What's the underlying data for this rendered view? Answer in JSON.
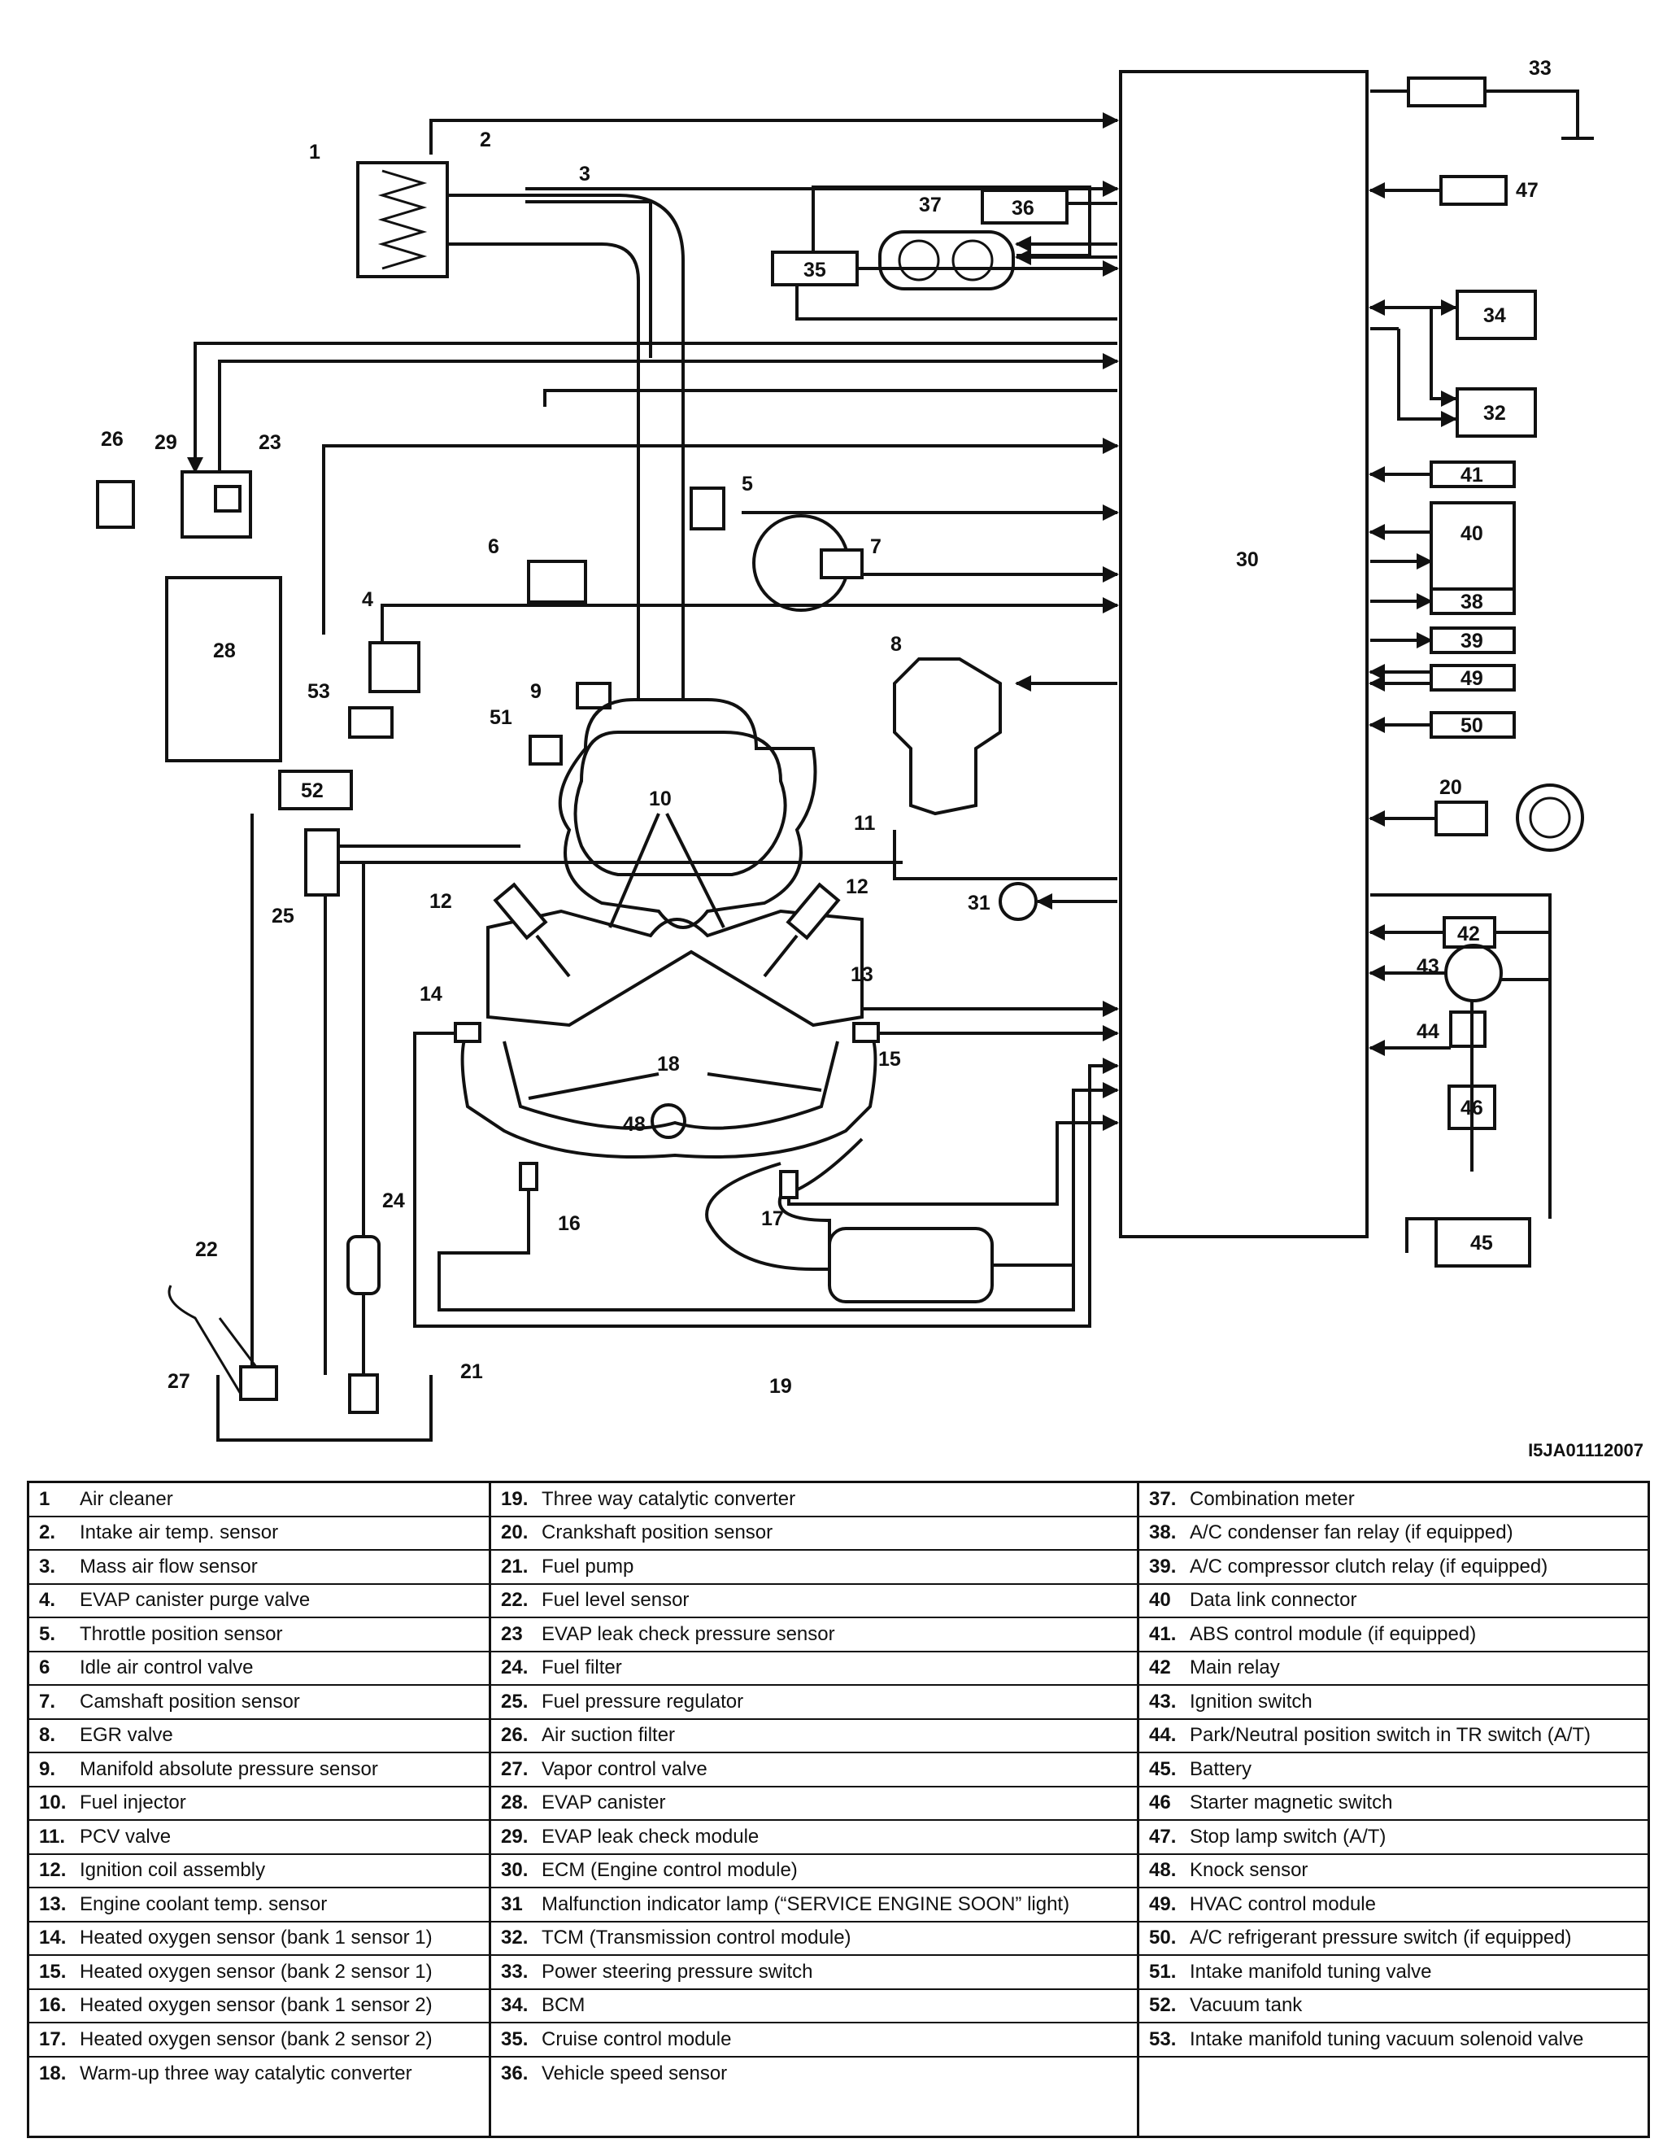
{
  "figure_code": "I5JA01112007",
  "callouts": [
    "1",
    "2",
    "3",
    "4",
    "5",
    "6",
    "7",
    "8",
    "9",
    "10",
    "11",
    "12",
    "13",
    "14",
    "15",
    "16",
    "17",
    "18",
    "19",
    "20",
    "21",
    "22",
    "23",
    "24",
    "25",
    "26",
    "27",
    "28",
    "29",
    "30",
    "31",
    "32",
    "33",
    "34",
    "35",
    "36",
    "37",
    "38",
    "39",
    "40",
    "41",
    "42",
    "43",
    "44",
    "45",
    "46",
    "47",
    "48",
    "49",
    "50",
    "51",
    "52",
    "53"
  ],
  "legend": {
    "columns": [
      [
        {
          "num": "1",
          "label": "Air cleaner"
        },
        {
          "num": "2.",
          "label": "Intake air temp. sensor"
        },
        {
          "num": "3.",
          "label": "Mass air flow sensor"
        },
        {
          "num": "4.",
          "label": "EVAP canister purge valve"
        },
        {
          "num": "5.",
          "label": "Throttle position sensor"
        },
        {
          "num": "6",
          "label": "Idle air control valve"
        },
        {
          "num": "7.",
          "label": "Camshaft position sensor"
        },
        {
          "num": "8.",
          "label": "EGR valve"
        },
        {
          "num": "9.",
          "label": "Manifold absolute pressure sensor"
        },
        {
          "num": "10.",
          "label": "Fuel injector"
        },
        {
          "num": "11.",
          "label": "PCV valve"
        },
        {
          "num": "12.",
          "label": "Ignition coil assembly"
        },
        {
          "num": "13.",
          "label": "Engine coolant temp. sensor"
        },
        {
          "num": "14.",
          "label": "Heated oxygen sensor (bank 1 sensor 1)"
        },
        {
          "num": "15.",
          "label": "Heated oxygen sensor (bank 2 sensor 1)"
        },
        {
          "num": "16.",
          "label": "Heated oxygen sensor (bank 1 sensor 2)"
        },
        {
          "num": "17.",
          "label": "Heated oxygen sensor (bank 2 sensor 2)"
        },
        {
          "num": "18.",
          "label": "Warm-up three way catalytic converter"
        }
      ],
      [
        {
          "num": "19.",
          "label": "Three way catalytic converter"
        },
        {
          "num": "20.",
          "label": "Crankshaft position sensor"
        },
        {
          "num": "21.",
          "label": "Fuel pump"
        },
        {
          "num": "22.",
          "label": "Fuel level sensor"
        },
        {
          "num": "23",
          "label": "EVAP leak check pressure sensor"
        },
        {
          "num": "24.",
          "label": "Fuel filter"
        },
        {
          "num": "25.",
          "label": "Fuel pressure regulator"
        },
        {
          "num": "26.",
          "label": "Air suction filter"
        },
        {
          "num": "27.",
          "label": "Vapor control valve"
        },
        {
          "num": "28.",
          "label": "EVAP canister"
        },
        {
          "num": "29.",
          "label": "EVAP leak check module"
        },
        {
          "num": "30.",
          "label": "ECM (Engine control module)"
        },
        {
          "num": "31",
          "label": "Malfunction indicator lamp (“SERVICE ENGINE SOON” light)"
        },
        {
          "num": "32.",
          "label": "TCM (Transmission control module)"
        },
        {
          "num": "33.",
          "label": "Power steering pressure switch"
        },
        {
          "num": "34.",
          "label": "BCM"
        },
        {
          "num": "35.",
          "label": "Cruise control module"
        },
        {
          "num": "36.",
          "label": "Vehicle speed sensor"
        }
      ],
      [
        {
          "num": "37.",
          "label": "Combination meter"
        },
        {
          "num": "38.",
          "label": "A/C condenser fan relay (if equipped)"
        },
        {
          "num": "39.",
          "label": "A/C compressor clutch relay (if equipped)"
        },
        {
          "num": "40",
          "label": "Data link connector"
        },
        {
          "num": "41.",
          "label": "ABS control module (if equipped)"
        },
        {
          "num": "42",
          "label": "Main relay"
        },
        {
          "num": "43.",
          "label": "Ignition switch"
        },
        {
          "num": "44.",
          "label": "Park/Neutral position switch in TR switch (A/T)"
        },
        {
          "num": "45.",
          "label": "Battery"
        },
        {
          "num": "46",
          "label": "Starter magnetic switch"
        },
        {
          "num": "47.",
          "label": "Stop lamp switch (A/T)"
        },
        {
          "num": "48.",
          "label": "Knock sensor"
        },
        {
          "num": "49.",
          "label": "HVAC control module"
        },
        {
          "num": "50.",
          "label": "A/C refrigerant pressure switch (if equipped)"
        },
        {
          "num": "51.",
          "label": "Intake manifold tuning valve"
        },
        {
          "num": "52.",
          "label": "Vacuum tank"
        },
        {
          "num": "53.",
          "label": "Intake manifold tuning vacuum solenoid valve"
        },
        {
          "num": "",
          "label": ""
        }
      ]
    ]
  }
}
